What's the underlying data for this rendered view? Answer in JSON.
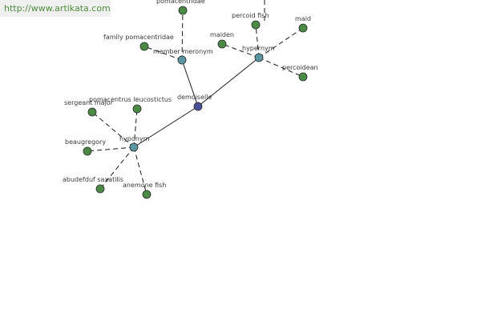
{
  "watermark": {
    "text": "http://www.artikata.com"
  },
  "colors": {
    "root": "#4b4f96",
    "relation": "#5a97a0",
    "leaf": "#4a8a44",
    "node_stroke": "#2a2a2a"
  },
  "graph": {
    "nodes": [
      {
        "id": "demoiselle",
        "label": "demoiselle",
        "kind": "root"
      },
      {
        "id": "member-meronym",
        "label": "member meronym",
        "kind": "relation"
      },
      {
        "id": "hypernym",
        "label": "hypernym",
        "kind": "relation"
      },
      {
        "id": "hyponym",
        "label": "hyponym",
        "kind": "relation"
      },
      {
        "id": "pomacentridae",
        "label": "pomacentridae",
        "kind": "leaf"
      },
      {
        "id": "family-pomacentridae",
        "label": "family pomacentridae",
        "kind": "leaf"
      },
      {
        "id": "maiden",
        "label": "maiden",
        "kind": "leaf"
      },
      {
        "id": "percoid-fish",
        "label": "percoid fish",
        "kind": "leaf"
      },
      {
        "id": "maid",
        "label": "maid",
        "kind": "leaf"
      },
      {
        "id": "percoidean",
        "label": "percoidean",
        "kind": "leaf"
      },
      {
        "id": "sergeant-major",
        "label": "sergeant major",
        "kind": "leaf"
      },
      {
        "id": "pomacentrus-leucostictus",
        "label": "pomacentrus leucostictus",
        "kind": "leaf"
      },
      {
        "id": "beaugregory",
        "label": "beaugregory",
        "kind": "leaf"
      },
      {
        "id": "abudefduf-saxatilis",
        "label": "abudefduf saxatilis",
        "kind": "leaf"
      },
      {
        "id": "anemone-fish",
        "label": "anemone fish",
        "kind": "leaf"
      }
    ],
    "edges": [
      {
        "from": "demoiselle",
        "to": "member-meronym",
        "style": "solid"
      },
      {
        "from": "demoiselle",
        "to": "hypernym",
        "style": "solid"
      },
      {
        "from": "demoiselle",
        "to": "hyponym",
        "style": "solid"
      },
      {
        "from": "member-meronym",
        "to": "pomacentridae",
        "style": "dashed"
      },
      {
        "from": "member-meronym",
        "to": "family-pomacentridae",
        "style": "dashed"
      },
      {
        "from": "hypernym",
        "to": "maiden",
        "style": "dashed"
      },
      {
        "from": "hypernym",
        "to": "percoid-fish",
        "style": "dashed"
      },
      {
        "from": "hypernym",
        "to": "maid",
        "style": "dashed"
      },
      {
        "from": "hypernym",
        "to": "percoidean",
        "style": "dashed"
      },
      {
        "from": "hyponym",
        "to": "sergeant-major",
        "style": "dashed"
      },
      {
        "from": "hyponym",
        "to": "pomacentrus-leucostictus",
        "style": "dashed"
      },
      {
        "from": "hyponym",
        "to": "beaugregory",
        "style": "dashed"
      },
      {
        "from": "hyponym",
        "to": "abudefduf-saxatilis",
        "style": "dashed"
      },
      {
        "from": "hyponym",
        "to": "anemone-fish",
        "style": "dashed"
      }
    ]
  }
}
